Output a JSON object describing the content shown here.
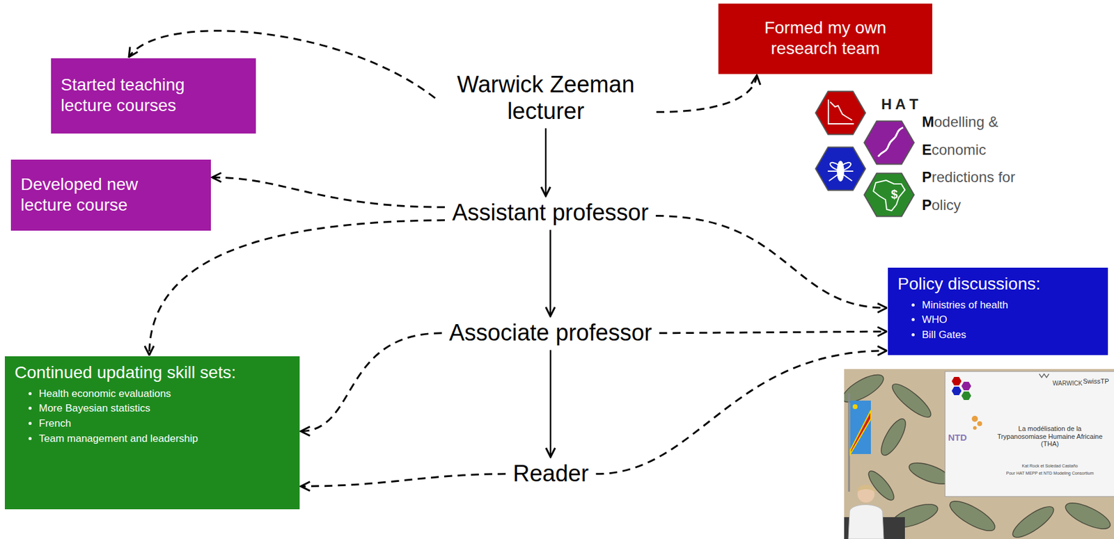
{
  "diagram": {
    "nodes": [
      {
        "text": [
          "Started teaching lecture courses"
        ]
      },
      {
        "text": [
          "Warwick Zeeman lecturer"
        ]
      },
      {
        "text": [
          "Formed my own research team"
        ]
      },
      {
        "text": [
          "Developed new lecture course"
        ]
      },
      {
        "text": [
          "Assistant professor"
        ]
      },
      {
        "text": [
          "Policy discussions:",
          "Ministries of health",
          "WHO",
          "Bill Gates"
        ]
      },
      {
        "text": [
          "Associate professor"
        ]
      },
      {
        "text": [
          "Continued updating skill sets:",
          "Health economic evaluations",
          "More Bayesian statistics",
          "French",
          "Team management and leadership"
        ]
      },
      {
        "text": [
          "Reader"
        ]
      }
    ],
    "edges": [
      {
        "from": 1,
        "to": 0,
        "arrow": "to"
      },
      {
        "from": 1,
        "to": 2,
        "arrow": "to"
      },
      {
        "from": 1,
        "to": 4,
        "arrow": "to"
      },
      {
        "from": 4,
        "to": 3,
        "arrow": "to"
      },
      {
        "from": 4,
        "to": 7,
        "arrow": "to"
      },
      {
        "from": 4,
        "to": 5,
        "arrow": "to"
      },
      {
        "from": 4,
        "to": 6,
        "arrow": "to"
      },
      {
        "from": 6,
        "to": 5,
        "arrow": "to"
      },
      {
        "from": 6,
        "to": 7,
        "arrow": "to"
      },
      {
        "from": 6,
        "to": 8,
        "arrow": "to"
      },
      {
        "from": 8,
        "to": 7,
        "arrow": "to"
      },
      {
        "from": 8,
        "to": 5,
        "arrow": "to"
      }
    ],
    "labels": [
      "H A T",
      "Modelling &",
      "Economic",
      "Predictions for",
      "Policy",
      "$",
      "WARWICK",
      "SwissTP",
      "La modélisation de la Trypanosomiase Humaine Africaine (THA)",
      "Kat Rock et Soledad Castaño",
      "Pour HAT MEPP et NTD Modeling Consortium",
      "NTD"
    ]
  }
}
